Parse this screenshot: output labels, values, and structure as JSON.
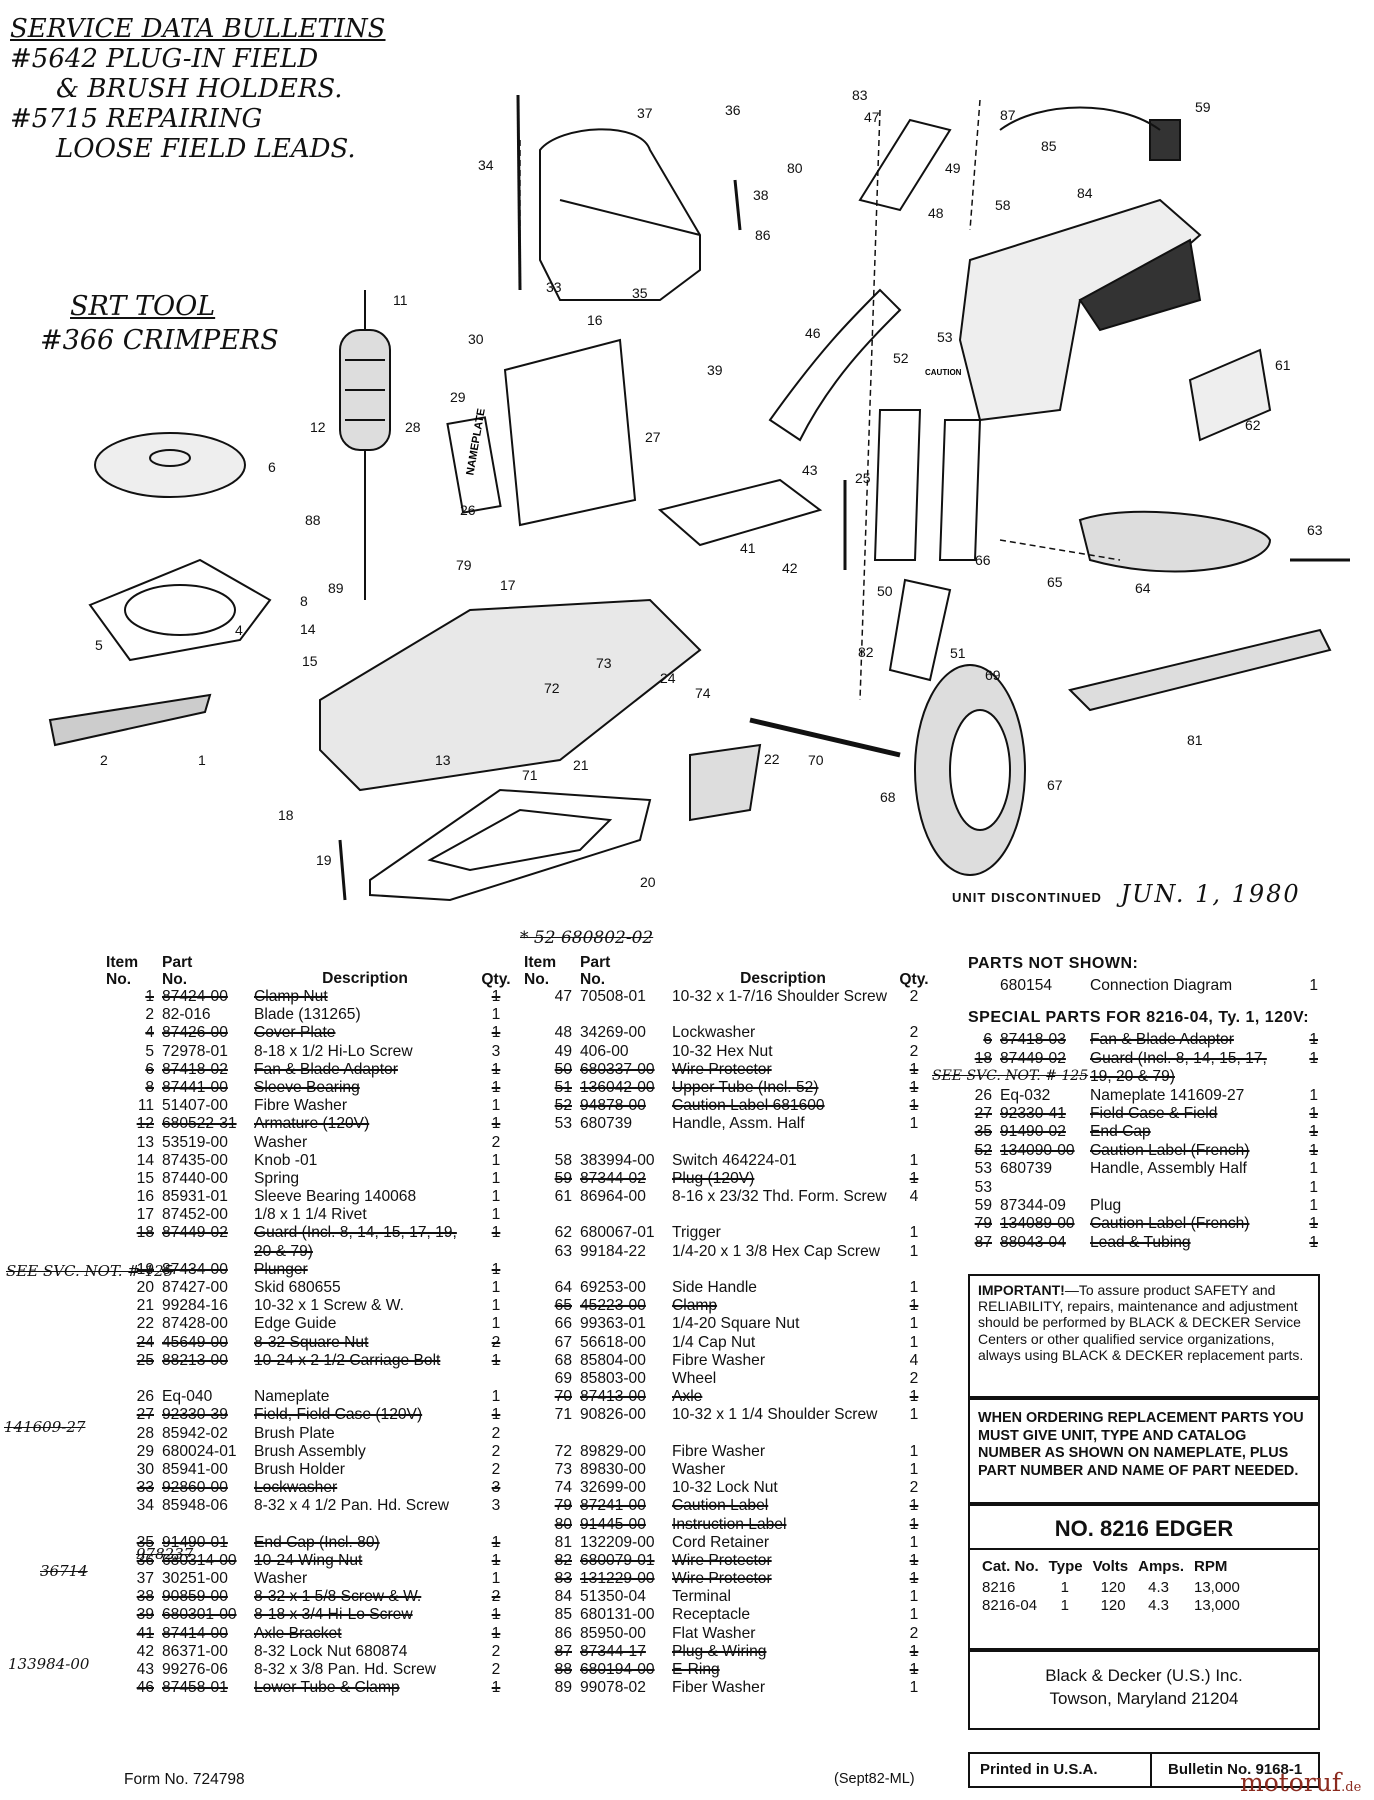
{
  "handwritten": {
    "notes": [
      "SERVICE DATA BULLETINS",
      "#5642 PLUG-IN FIELD",
      "& BRUSH HOLDERS.",
      "#5715 REPAIRING",
      "LOOSE FIELD LEADS."
    ],
    "tool": [
      "SRT TOOL",
      "#366 CRIMPERS"
    ]
  },
  "diagram": {
    "callouts": [
      "1",
      "2",
      "4",
      "5",
      "6",
      "8",
      "11",
      "12",
      "13",
      "14",
      "15",
      "16",
      "17",
      "18",
      "19",
      "20",
      "21",
      "22",
      "24",
      "25",
      "26",
      "27",
      "28",
      "29",
      "30",
      "33",
      "34",
      "35",
      "36",
      "37",
      "38",
      "39",
      "41",
      "42",
      "43",
      "46",
      "47",
      "48",
      "49",
      "50",
      "51",
      "52",
      "53",
      "58",
      "59",
      "61",
      "62",
      "63",
      "64",
      "65",
      "66",
      "67",
      "68",
      "69",
      "70",
      "71",
      "72",
      "73",
      "74",
      "79",
      "80",
      "81",
      "82",
      "83",
      "84",
      "85",
      "86",
      "87",
      "88",
      "89"
    ],
    "nameplate_text": "NAMEPLATE",
    "caution_text": "CAUTION"
  },
  "discontinued": {
    "label": "UNIT DISCONTINUED",
    "date": "JUN. 1, 1980"
  },
  "table_headers": {
    "item": "Item",
    "no": "No.",
    "part": "Part",
    "part_no": "No.",
    "description": "Description",
    "qty": "Qty."
  },
  "table_left": [
    {
      "item": "1",
      "part": "87424-00",
      "desc": "Clamp Nut",
      "qty": "1",
      "del": true
    },
    {
      "item": "2",
      "part": "82-016",
      "desc": "Blade (131265)",
      "qty": "1"
    },
    {
      "item": "4",
      "part": "87426-00",
      "desc": "Cover Plate",
      "qty": "1",
      "del": true
    },
    {
      "item": "5",
      "part": "72978-01",
      "desc": "8-18 x 1/2 Hi-Lo Screw",
      "qty": "3"
    },
    {
      "item": "6",
      "part": "87418-02",
      "desc": "Fan & Blade Adaptor",
      "qty": "1",
      "del": true
    },
    {
      "item": "8",
      "part": "87441-00",
      "desc": "Sleeve Bearing",
      "qty": "1",
      "del": true
    },
    {
      "item": "11",
      "part": "51407-00",
      "desc": "Fibre Washer",
      "qty": "1"
    },
    {
      "item": "12",
      "part": "680522-31",
      "desc": "Armature (120V)",
      "qty": "1",
      "del": true
    },
    {
      "item": "13",
      "part": "53519-00",
      "desc": "Washer",
      "qty": "2"
    },
    {
      "item": "14",
      "part": "87435-00",
      "desc": "Knob -01",
      "qty": "1"
    },
    {
      "item": "15",
      "part": "87440-00",
      "desc": "Spring",
      "qty": "1"
    },
    {
      "item": "16",
      "part": "85931-01",
      "desc": "Sleeve Bearing 140068",
      "qty": "1"
    },
    {
      "item": "17",
      "part": "87452-00",
      "desc": "1/8 x 1 1/4 Rivet",
      "qty": "1"
    },
    {
      "item": "18",
      "part": "87449-02",
      "desc": "Guard (Incl. 8, 14, 15, 17, 19, 20 & 79)",
      "qty": "1",
      "del": true,
      "wrap": true
    },
    {
      "item": "19",
      "part": "87434-00",
      "desc": "Plunger",
      "qty": "1",
      "del": true
    },
    {
      "item": "20",
      "part": "87427-00",
      "desc": "Skid 680655",
      "qty": "1"
    },
    {
      "item": "21",
      "part": "99284-16",
      "desc": "10-32 x 1 Screw & W.",
      "qty": "1"
    },
    {
      "item": "22",
      "part": "87428-00",
      "desc": "Edge Guide",
      "qty": "1"
    },
    {
      "item": "24",
      "part": "45649-00",
      "desc": "8-32 Square Nut",
      "qty": "2",
      "del": true
    },
    {
      "item": "25",
      "part": "88213-00",
      "desc": "10-24 x 2 1/2 Carriage Bolt",
      "qty": "1",
      "del": true,
      "wrap": true
    },
    {
      "item": "26",
      "part": "Eq-040",
      "desc": "Nameplate",
      "qty": "1"
    },
    {
      "item": "27",
      "part": "92330-39",
      "desc": "Field, Field Case (120V)",
      "qty": "1",
      "del": true
    },
    {
      "item": "28",
      "part": "85942-02",
      "desc": "Brush Plate",
      "qty": "2"
    },
    {
      "item": "29",
      "part": "680024-01",
      "desc": "Brush Assembly",
      "qty": "2"
    },
    {
      "item": "30",
      "part": "85941-00",
      "desc": "Brush Holder",
      "qty": "2"
    },
    {
      "item": "33",
      "part": "92860-00",
      "desc": "Lockwasher",
      "qty": "3",
      "del": true
    },
    {
      "item": "34",
      "part": "85948-06",
      "desc": "8-32 x 4 1/2 Pan. Hd. Screw",
      "qty": "3",
      "wrap": true
    },
    {
      "item": "35",
      "part": "91490-01",
      "desc": "End Cap (Incl. 80)",
      "qty": "1",
      "del": true
    },
    {
      "item": "36",
      "part": "680314-00",
      "desc": "10-24 Wing Nut",
      "qty": "1",
      "del": true
    },
    {
      "item": "37",
      "part": "30251-00",
      "desc": "Washer",
      "qty": "1"
    },
    {
      "item": "38",
      "part": "90859-00",
      "desc": "8-32 x 1 5/8 Screw & W.",
      "qty": "2",
      "del": true
    },
    {
      "item": "39",
      "part": "680301-00",
      "desc": "8-18 x 3/4 Hi-Lo Screw",
      "qty": "1",
      "del": true
    },
    {
      "item": "41",
      "part": "87414-00",
      "desc": "Axle Bracket",
      "qty": "1",
      "del": true
    },
    {
      "item": "42",
      "part": "86371-00",
      "desc": "8-32 Lock Nut 680874",
      "qty": "2"
    },
    {
      "item": "43",
      "part": "99276-06",
      "desc": "8-32 x 3/8 Pan. Hd. Screw",
      "qty": "2"
    },
    {
      "item": "46",
      "part": "87458-01",
      "desc": "Lower Tube & Clamp",
      "qty": "1",
      "del": true
    }
  ],
  "table_right": [
    {
      "item": "47",
      "part": "70508-01",
      "desc": "10-32 x 1-7/16 Shoulder Screw",
      "qty": "2",
      "wrap": true
    },
    {
      "item": "48",
      "part": "34269-00",
      "desc": "Lockwasher",
      "qty": "2"
    },
    {
      "item": "49",
      "part": "406-00",
      "desc": "10-32 Hex Nut",
      "qty": "2"
    },
    {
      "item": "50",
      "part": "680337-00",
      "desc": "Wire Protector",
      "qty": "1",
      "del": true
    },
    {
      "item": "51",
      "part": "136042-00",
      "desc": "Upper Tube (Incl. 52)",
      "qty": "1",
      "del": true
    },
    {
      "item": "52",
      "part": "94878-00",
      "desc": "Caution Label 681600",
      "qty": "1",
      "del": true
    },
    {
      "item": "53",
      "part": "680739",
      "desc": "Handle, Assm. Half",
      "qty": "1",
      "wrap": true
    },
    {
      "item": "58",
      "part": "383994-00",
      "desc": "Switch 464224-01",
      "qty": "1"
    },
    {
      "item": "59",
      "part": "87344-02",
      "desc": "Plug (120V)",
      "qty": "1",
      "del": true
    },
    {
      "item": "61",
      "part": "86964-00",
      "desc": "8-16 x 23/32 Thd. Form. Screw",
      "qty": "4",
      "wrap": true
    },
    {
      "item": "62",
      "part": "680067-01",
      "desc": "Trigger",
      "qty": "1"
    },
    {
      "item": "63",
      "part": "99184-22",
      "desc": "1/4-20 x 1 3/8 Hex Cap Screw",
      "qty": "1",
      "wrap": true
    },
    {
      "item": "64",
      "part": "69253-00",
      "desc": "Side Handle",
      "qty": "1"
    },
    {
      "item": "65",
      "part": "45223-00",
      "desc": "Clamp",
      "qty": "1",
      "del": true
    },
    {
      "item": "66",
      "part": "99363-01",
      "desc": "1/4-20 Square Nut",
      "qty": "1"
    },
    {
      "item": "67",
      "part": "56618-00",
      "desc": "1/4 Cap Nut",
      "qty": "1"
    },
    {
      "item": "68",
      "part": "85804-00",
      "desc": "Fibre Washer",
      "qty": "4"
    },
    {
      "item": "69",
      "part": "85803-00",
      "desc": "Wheel",
      "qty": "2"
    },
    {
      "item": "70",
      "part": "87413-00",
      "desc": "Axle",
      "qty": "1",
      "del": true
    },
    {
      "item": "71",
      "part": "90826-00",
      "desc": "10-32 x 1 1/4 Shoulder Screw",
      "qty": "1",
      "wrap": true
    },
    {
      "item": "72",
      "part": "89829-00",
      "desc": "Fibre Washer",
      "qty": "1"
    },
    {
      "item": "73",
      "part": "89830-00",
      "desc": "Washer",
      "qty": "1"
    },
    {
      "item": "74",
      "part": "32699-00",
      "desc": "10-32 Lock Nut",
      "qty": "2"
    },
    {
      "item": "79",
      "part": "87241-00",
      "desc": "Caution Label",
      "qty": "1",
      "del": true
    },
    {
      "item": "80",
      "part": "91445-00",
      "desc": "Instruction Label",
      "qty": "1",
      "del": true
    },
    {
      "item": "81",
      "part": "132209-00",
      "desc": "Cord Retainer",
      "qty": "1"
    },
    {
      "item": "82",
      "part": "680079-01",
      "desc": "Wire Protector",
      "qty": "1",
      "del": true
    },
    {
      "item": "83",
      "part": "131229-00",
      "desc": "Wire Protector",
      "qty": "1",
      "del": true
    },
    {
      "item": "84",
      "part": "51350-04",
      "desc": "Terminal",
      "qty": "1"
    },
    {
      "item": "85",
      "part": "680131-00",
      "desc": "Receptacle",
      "qty": "1"
    },
    {
      "item": "86",
      "part": "85950-00",
      "desc": "Flat Washer",
      "qty": "2"
    },
    {
      "item": "87",
      "part": "87344-17",
      "desc": "Plug & Wiring",
      "qty": "1",
      "del": true
    },
    {
      "item": "88",
      "part": "680194-00",
      "desc": "E-Ring",
      "qty": "1",
      "del": true
    },
    {
      "item": "89",
      "part": "99078-02",
      "desc": "Fiber Washer",
      "qty": "1"
    }
  ],
  "annotations": {
    "t2_header": "* 52 680802-02",
    "see_svc_left": "SEE SVC. NOT. # 125",
    "num_141609": "141609-27",
    "num_978237": "978237",
    "num_36714": "36714",
    "num_133984": "133984-00",
    "see_svc_right": "SEE SVC. NOT. # 125"
  },
  "parts_not_shown": {
    "title": "PARTS NOT SHOWN:",
    "rows": [
      {
        "part": "680154",
        "desc": "Connection Diagram",
        "qty": "1"
      }
    ]
  },
  "special_parts": {
    "title": "SPECIAL PARTS FOR 8216-04, Ty. 1, 120V:",
    "rows": [
      {
        "item": "6",
        "part": "87418-03",
        "desc": "Fan & Blade Adaptor",
        "qty": "1",
        "del": true
      },
      {
        "item": "18",
        "part": "87449-02",
        "desc": "Guard (Incl. 8, 14, 15, 17,",
        "qty": "1",
        "del": true
      },
      {
        "item": "",
        "part": "",
        "desc": "19, 20 & 79)",
        "qty": "",
        "del": true
      },
      {
        "item": "26",
        "part": "Eq-032",
        "desc": "Nameplate 141609-27",
        "qty": "1"
      },
      {
        "item": "27",
        "part": "92330-41",
        "desc": "Field Case & Field",
        "qty": "1",
        "del": true
      },
      {
        "item": "35",
        "part": "91490-02",
        "desc": "End Cap",
        "qty": "1",
        "del": true
      },
      {
        "item": "52",
        "part": "134090-00",
        "desc": "Caution Label (French)",
        "qty": "1",
        "del": true
      },
      {
        "item": "53",
        "part": "680739",
        "desc": "Handle, Assembly Half",
        "qty": "1"
      },
      {
        "item": "53",
        "part": "",
        "desc": "",
        "qty": "1"
      },
      {
        "item": "59",
        "part": "87344-09",
        "desc": "Plug",
        "qty": "1"
      },
      {
        "item": "79",
        "part": "134089-00",
        "desc": "Caution Label (French)",
        "qty": "1",
        "del": true
      },
      {
        "item": "87",
        "part": "88043-04",
        "desc": "Lead & Tubing",
        "qty": "1",
        "del": true
      }
    ]
  },
  "important": {
    "label": "IMPORTANT!",
    "text": "—To assure product SAFETY and RELIABILITY, repairs, maintenance and adjustment should be performed by BLACK & DECKER Service Centers or other qualified service organizations, always using BLACK & DECKER replacement parts."
  },
  "ordering": "WHEN ORDERING REPLACEMENT PARTS YOU MUST GIVE UNIT, TYPE AND CATALOG NUMBER AS SHOWN ON NAMEPLATE, PLUS PART NUMBER AND NAME OF PART NEEDED.",
  "model": {
    "title": "NO. 8216 EDGER",
    "headers": [
      "Cat. No.",
      "Type",
      "Volts",
      "Amps.",
      "RPM"
    ],
    "rows": [
      [
        "8216",
        "1",
        "120",
        "4.3",
        "13,000"
      ],
      [
        "8216-04",
        "1",
        "120",
        "4.3",
        "13,000"
      ]
    ]
  },
  "company": {
    "name": "Black & Decker (U.S.) Inc.",
    "address": "Towson, Maryland 21204"
  },
  "printed": "Printed in U.S.A.",
  "bulletin": "Bulletin No. 9168-1",
  "form_no": "Form No. 724798",
  "sept": "(Sept82-ML)",
  "watermark": {
    "main": "motoruf",
    "suffix": ".de"
  }
}
